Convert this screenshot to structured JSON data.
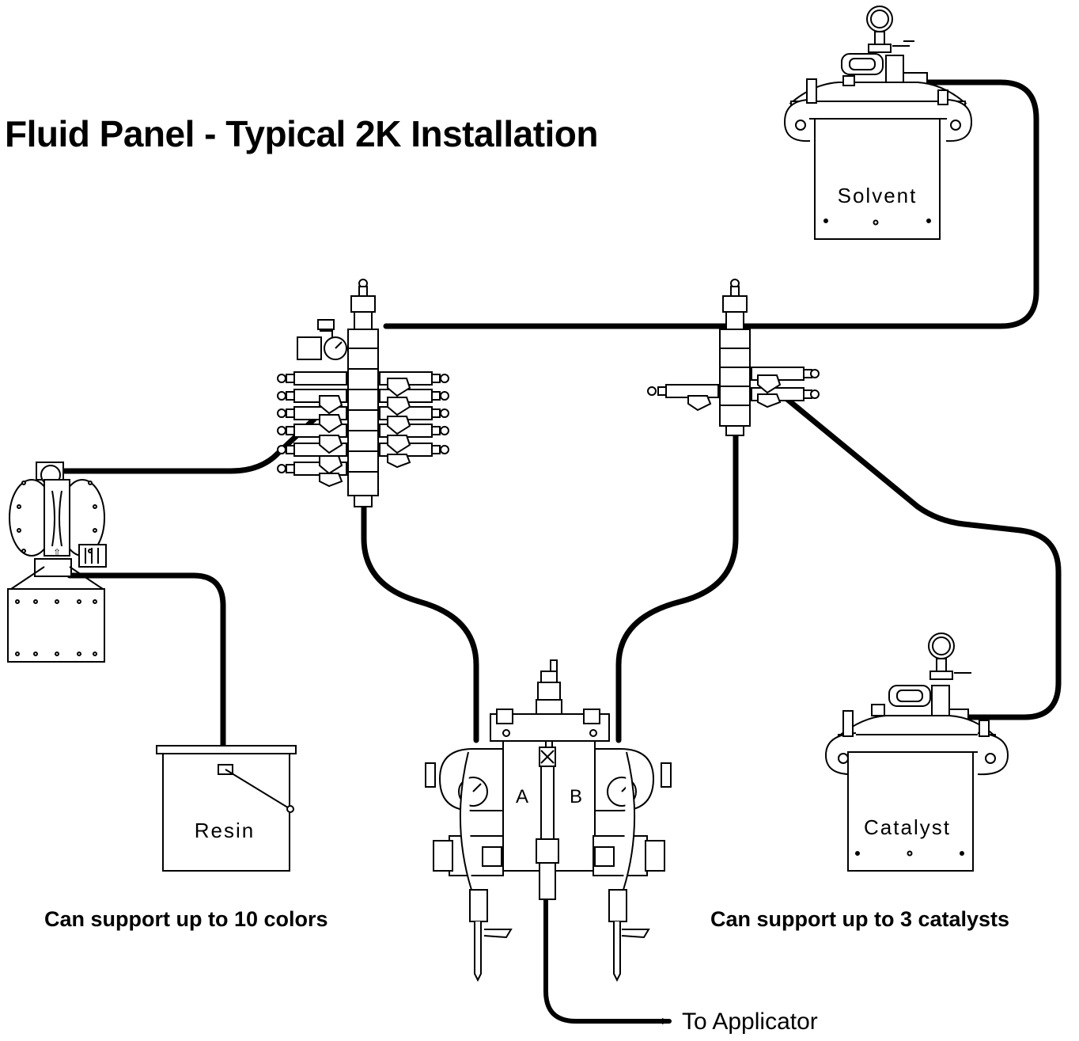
{
  "title": "Fluid Panel -  Typical 2K Installation",
  "containers": {
    "solvent": "Solvent",
    "resin": "Resin",
    "catalyst": "Catalyst"
  },
  "mixer": {
    "side_a": "A",
    "side_b": "B"
  },
  "captions": {
    "colors": "Can support up to 10 colors",
    "catalysts": "Can support up to 3 catalysts"
  },
  "destination": "To Applicator",
  "colors": {
    "line": "#000000",
    "background": "#ffffff"
  }
}
